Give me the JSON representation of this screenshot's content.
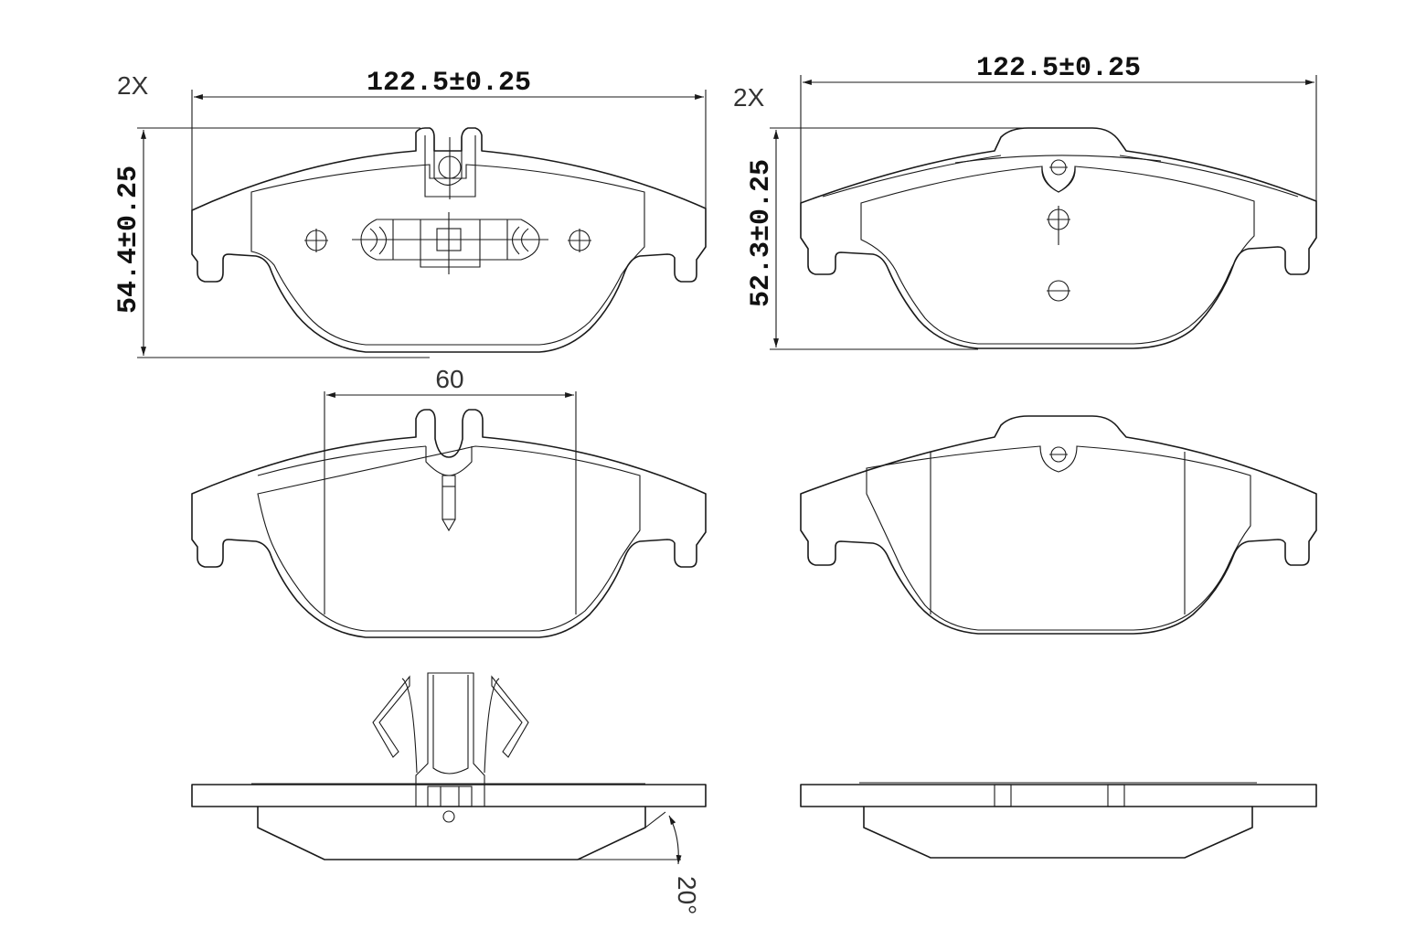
{
  "labels": {
    "qty_left": "2X",
    "qty_right": "2X",
    "width_left": "122.5±0.25",
    "width_right": "122.5±0.25",
    "height_left": "54.4±0.25",
    "height_right": "52.3±0.25",
    "inner_width": "60",
    "chamfer_angle": "20°"
  },
  "colors": {
    "line": "#1a1a1a",
    "background": "#ffffff"
  }
}
